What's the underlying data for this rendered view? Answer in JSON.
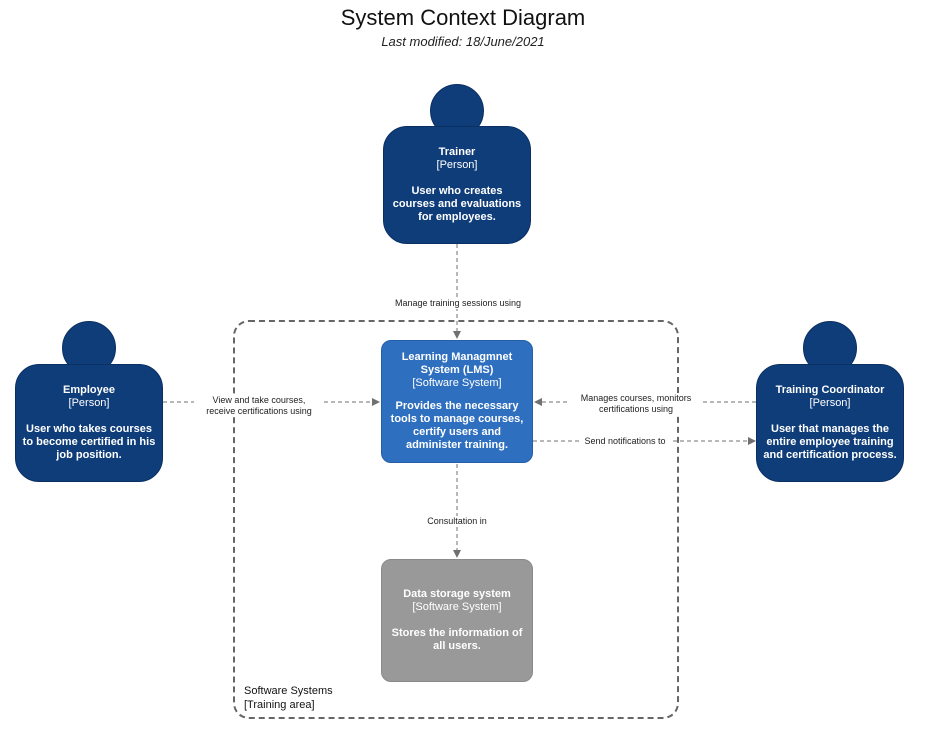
{
  "title": "System Context Diagram",
  "subtitle": "Last modified: 18/June/2021",
  "boundary": {
    "name": "Software Systems",
    "type": "[Training area]"
  },
  "nodes": {
    "trainer": {
      "name": "Trainer",
      "type": "[Person]",
      "description": "User who creates courses and evaluations for employees."
    },
    "employee": {
      "name": "Employee",
      "type": "[Person]",
      "description": "User who takes courses to become certified in his job position."
    },
    "coordinator": {
      "name": "Training Coordinator",
      "type": "[Person]",
      "description": "User that manages the entire employee training and certification process."
    },
    "lms": {
      "name": "Learning Managmnet System (LMS)",
      "type": "[Software System]",
      "description": "Provides the necessary tools to manage courses, certify users and administer training."
    },
    "storage": {
      "name": "Data storage system",
      "type": "[Software System]",
      "description": "Stores the information of all users."
    }
  },
  "edges": {
    "trainer_lms": "Manage training sessions using",
    "employee_lms_1": "View and take courses,",
    "employee_lms_2": "receive certifications using",
    "coordinator_lms_1": "Manages courses, monitors",
    "coordinator_lms_2": "certifications using",
    "lms_coordinator": "Send notifications to",
    "lms_storage": "Consultation in"
  },
  "colors": {
    "person": "#0f3d7a",
    "software_system": "#2f6fbf",
    "external_system": "#999999",
    "connector": "#707070"
  }
}
